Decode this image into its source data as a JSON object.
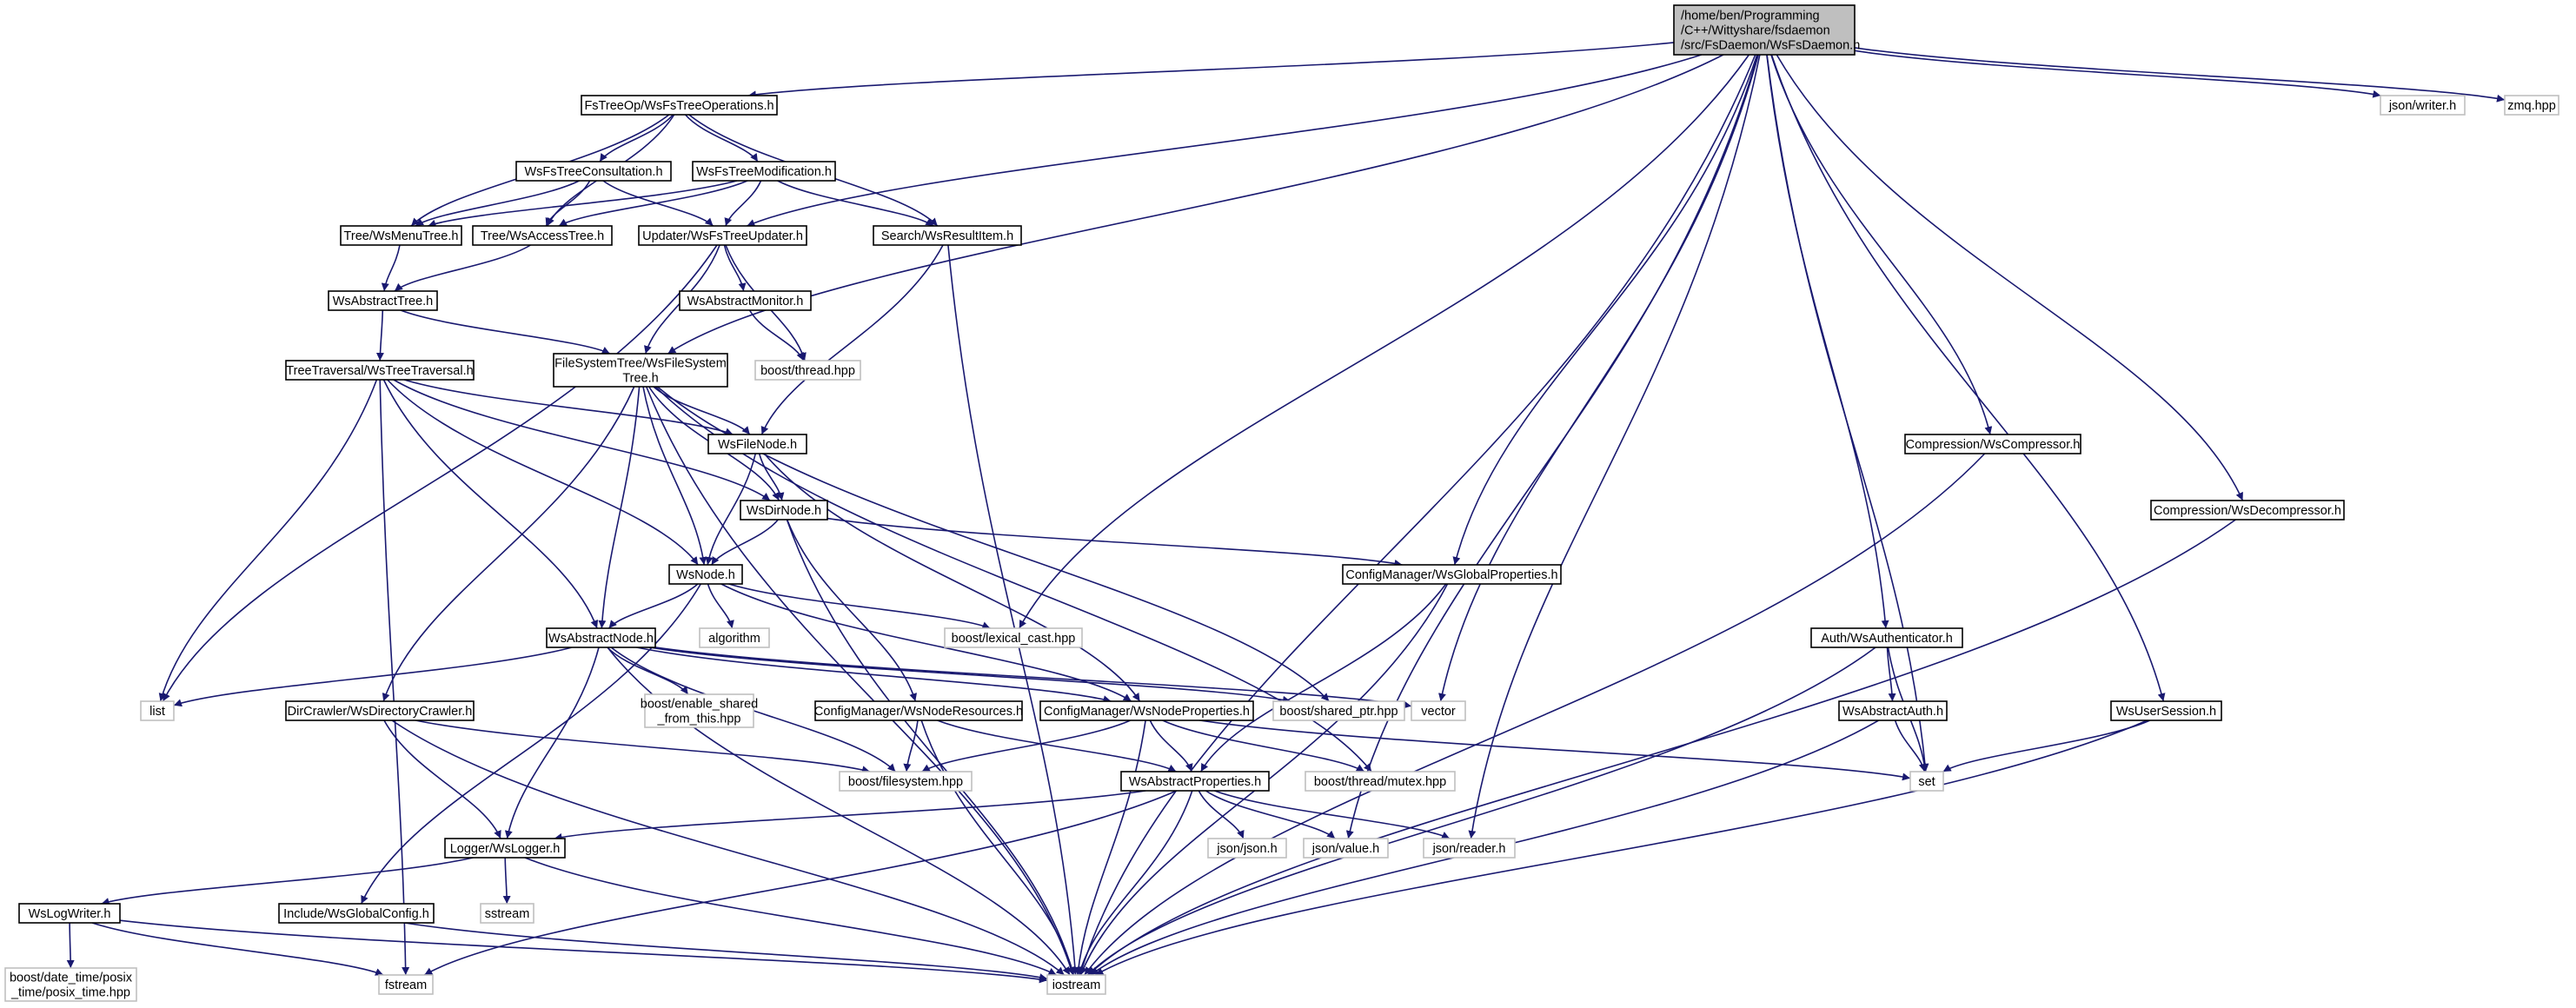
{
  "graph": {
    "edge_color": "#191970",
    "root_fill": "#bfbfbf",
    "node_fill": "#ffffff",
    "node_border": "#000000",
    "external_border": "#bfbfbf",
    "nodes": [
      {
        "id": "root",
        "lines": [
          "/home/ben/Programming",
          "/C++/Wittyshare/fsdaemon",
          "/src/FsDaemon/WsFsDaemon.h"
        ],
        "kind": "root"
      },
      {
        "id": "fstreeops",
        "lines": [
          "FsTreeOp/WsFsTreeOperations.h"
        ],
        "kind": "file"
      },
      {
        "id": "consult",
        "lines": [
          "WsFsTreeConsultation.h"
        ],
        "kind": "file"
      },
      {
        "id": "modif",
        "lines": [
          "WsFsTreeModification.h"
        ],
        "kind": "file"
      },
      {
        "id": "menutree",
        "lines": [
          "Tree/WsMenuTree.h"
        ],
        "kind": "file"
      },
      {
        "id": "accesstree",
        "lines": [
          "Tree/WsAccessTree.h"
        ],
        "kind": "file"
      },
      {
        "id": "updater",
        "lines": [
          "Updater/WsFsTreeUpdater.h"
        ],
        "kind": "file"
      },
      {
        "id": "resultitem",
        "lines": [
          "Search/WsResultItem.h"
        ],
        "kind": "file"
      },
      {
        "id": "abstracttree",
        "lines": [
          "WsAbstractTree.h"
        ],
        "kind": "file"
      },
      {
        "id": "absmonitor",
        "lines": [
          "WsAbstractMonitor.h"
        ],
        "kind": "file"
      },
      {
        "id": "boostthread",
        "lines": [
          "boost/thread.hpp"
        ],
        "kind": "external"
      },
      {
        "id": "treetraversal",
        "lines": [
          "TreeTraversal/WsTreeTraversal.h"
        ],
        "kind": "file"
      },
      {
        "id": "filesystemtree",
        "lines": [
          "FileSystemTree/WsFileSystem",
          "Tree.h"
        ],
        "kind": "file"
      },
      {
        "id": "filenode",
        "lines": [
          "WsFileNode.h"
        ],
        "kind": "file"
      },
      {
        "id": "dirnode",
        "lines": [
          "WsDirNode.h"
        ],
        "kind": "file"
      },
      {
        "id": "wsnode",
        "lines": [
          "WsNode.h"
        ],
        "kind": "file"
      },
      {
        "id": "algorithm",
        "lines": [
          "algorithm"
        ],
        "kind": "external"
      },
      {
        "id": "abstractnode",
        "lines": [
          "WsAbstractNode.h"
        ],
        "kind": "file"
      },
      {
        "id": "lexicalcast",
        "lines": [
          "boost/lexical_cast.hpp"
        ],
        "kind": "external"
      },
      {
        "id": "list",
        "lines": [
          "list"
        ],
        "kind": "external"
      },
      {
        "id": "dircrawler",
        "lines": [
          "DirCrawler/WsDirectoryCrawler.h"
        ],
        "kind": "file"
      },
      {
        "id": "enableshared",
        "lines": [
          "boost/enable_shared",
          "_from_this.hpp"
        ],
        "kind": "external"
      },
      {
        "id": "noderesources",
        "lines": [
          "ConfigManager/WsNodeResources.h"
        ],
        "kind": "file"
      },
      {
        "id": "nodeproperties",
        "lines": [
          "ConfigManager/WsNodeProperties.h"
        ],
        "kind": "file"
      },
      {
        "id": "sharedptr",
        "lines": [
          "boost/shared_ptr.hpp"
        ],
        "kind": "external"
      },
      {
        "id": "vector",
        "lines": [
          "vector"
        ],
        "kind": "external"
      },
      {
        "id": "globalprops",
        "lines": [
          "ConfigManager/WsGlobalProperties.h"
        ],
        "kind": "file"
      },
      {
        "id": "filesystem",
        "lines": [
          "boost/filesystem.hpp"
        ],
        "kind": "external"
      },
      {
        "id": "absprops",
        "lines": [
          "WsAbstractProperties.h"
        ],
        "kind": "file"
      },
      {
        "id": "mutex",
        "lines": [
          "boost/thread/mutex.hpp"
        ],
        "kind": "external"
      },
      {
        "id": "set",
        "lines": [
          "set"
        ],
        "kind": "external"
      },
      {
        "id": "logger",
        "lines": [
          "Logger/WsLogger.h"
        ],
        "kind": "file"
      },
      {
        "id": "sstream",
        "lines": [
          "sstream"
        ],
        "kind": "external"
      },
      {
        "id": "logwriter",
        "lines": [
          "WsLogWriter.h"
        ],
        "kind": "file"
      },
      {
        "id": "globalconfig",
        "lines": [
          "Include/WsGlobalConfig.h"
        ],
        "kind": "file"
      },
      {
        "id": "datetime",
        "lines": [
          "boost/date_time/posix",
          "_time/posix_time.hpp"
        ],
        "kind": "external"
      },
      {
        "id": "fstream",
        "lines": [
          "fstream"
        ],
        "kind": "external"
      },
      {
        "id": "iostream",
        "lines": [
          "iostream"
        ],
        "kind": "external"
      },
      {
        "id": "jsonjson",
        "lines": [
          "json/json.h"
        ],
        "kind": "external"
      },
      {
        "id": "jsonvalue",
        "lines": [
          "json/value.h"
        ],
        "kind": "external"
      },
      {
        "id": "jsonreader",
        "lines": [
          "json/reader.h"
        ],
        "kind": "external"
      },
      {
        "id": "jsonwriter",
        "lines": [
          "json/writer.h"
        ],
        "kind": "external"
      },
      {
        "id": "zmq",
        "lines": [
          "zmq.hpp"
        ],
        "kind": "external"
      },
      {
        "id": "compressor",
        "lines": [
          "Compression/WsCompressor.h"
        ],
        "kind": "file"
      },
      {
        "id": "decompressor",
        "lines": [
          "Compression/WsDecompressor.h"
        ],
        "kind": "file"
      },
      {
        "id": "authenticator",
        "lines": [
          "Auth/WsAuthenticator.h"
        ],
        "kind": "file"
      },
      {
        "id": "abstractauth",
        "lines": [
          "WsAbstractAuth.h"
        ],
        "kind": "file"
      },
      {
        "id": "usersession",
        "lines": [
          "WsUserSession.h"
        ],
        "kind": "file"
      }
    ],
    "edges": [
      [
        "root",
        "fstreeops"
      ],
      [
        "root",
        "updater"
      ],
      [
        "root",
        "filesystemtree"
      ],
      [
        "root",
        "lexicalcast"
      ],
      [
        "root",
        "vector"
      ],
      [
        "root",
        "globalprops"
      ],
      [
        "root",
        "jsonvalue"
      ],
      [
        "root",
        "jsonreader"
      ],
      [
        "root",
        "authenticator"
      ],
      [
        "root",
        "set"
      ],
      [
        "root",
        "compressor"
      ],
      [
        "root",
        "usersession"
      ],
      [
        "root",
        "decompressor"
      ],
      [
        "root",
        "iostream"
      ],
      [
        "root",
        "jsonwriter"
      ],
      [
        "root",
        "zmq"
      ],
      [
        "fstreeops",
        "consult"
      ],
      [
        "fstreeops",
        "modif"
      ],
      [
        "fstreeops",
        "menutree"
      ],
      [
        "fstreeops",
        "accesstree"
      ],
      [
        "fstreeops",
        "resultitem"
      ],
      [
        "consult",
        "menutree"
      ],
      [
        "consult",
        "accesstree"
      ],
      [
        "consult",
        "updater"
      ],
      [
        "modif",
        "menutree"
      ],
      [
        "modif",
        "accesstree"
      ],
      [
        "modif",
        "updater"
      ],
      [
        "modif",
        "resultitem"
      ],
      [
        "menutree",
        "abstracttree"
      ],
      [
        "accesstree",
        "abstracttree"
      ],
      [
        "updater",
        "absmonitor"
      ],
      [
        "updater",
        "boostthread"
      ],
      [
        "updater",
        "filesystemtree"
      ],
      [
        "updater",
        "list"
      ],
      [
        "absmonitor",
        "boostthread"
      ],
      [
        "resultitem",
        "filenode"
      ],
      [
        "resultitem",
        "iostream"
      ],
      [
        "abstracttree",
        "treetraversal"
      ],
      [
        "abstracttree",
        "filesystemtree"
      ],
      [
        "treetraversal",
        "filenode"
      ],
      [
        "treetraversal",
        "dirnode"
      ],
      [
        "treetraversal",
        "wsnode"
      ],
      [
        "treetraversal",
        "abstractnode"
      ],
      [
        "treetraversal",
        "list"
      ],
      [
        "treetraversal",
        "fstream"
      ],
      [
        "filesystemtree",
        "filenode"
      ],
      [
        "filesystemtree",
        "dirnode"
      ],
      [
        "filesystemtree",
        "wsnode"
      ],
      [
        "filesystemtree",
        "abstractnode"
      ],
      [
        "filesystemtree",
        "dircrawler"
      ],
      [
        "filesystemtree",
        "sharedptr"
      ],
      [
        "filesystemtree",
        "mutex"
      ],
      [
        "filesystemtree",
        "iostream"
      ],
      [
        "filenode",
        "dirnode"
      ],
      [
        "filenode",
        "wsnode"
      ],
      [
        "filenode",
        "nodeproperties"
      ],
      [
        "dirnode",
        "wsnode"
      ],
      [
        "dirnode",
        "noderesources"
      ],
      [
        "dirnode",
        "globalprops"
      ],
      [
        "dirnode",
        "iostream"
      ],
      [
        "wsnode",
        "abstractnode"
      ],
      [
        "wsnode",
        "algorithm"
      ],
      [
        "wsnode",
        "lexicalcast"
      ],
      [
        "wsnode",
        "nodeproperties"
      ],
      [
        "wsnode",
        "globalconfig"
      ],
      [
        "abstractnode",
        "list"
      ],
      [
        "abstractnode",
        "enableshared"
      ],
      [
        "abstractnode",
        "sharedptr"
      ],
      [
        "abstractnode",
        "vector"
      ],
      [
        "abstractnode",
        "filesystem"
      ],
      [
        "abstractnode",
        "nodeproperties"
      ],
      [
        "abstractnode",
        "logger"
      ],
      [
        "abstractnode",
        "iostream"
      ],
      [
        "dircrawler",
        "filesystem"
      ],
      [
        "dircrawler",
        "logger"
      ],
      [
        "dircrawler",
        "iostream"
      ],
      [
        "noderesources",
        "filesystem"
      ],
      [
        "noderesources",
        "absprops"
      ],
      [
        "noderesources",
        "iostream"
      ],
      [
        "nodeproperties",
        "filesystem"
      ],
      [
        "nodeproperties",
        "absprops"
      ],
      [
        "nodeproperties",
        "mutex"
      ],
      [
        "nodeproperties",
        "set"
      ],
      [
        "nodeproperties",
        "iostream"
      ],
      [
        "globalprops",
        "absprops"
      ],
      [
        "globalprops",
        "iostream"
      ],
      [
        "absprops",
        "logger"
      ],
      [
        "absprops",
        "jsonjson"
      ],
      [
        "absprops",
        "jsonvalue"
      ],
      [
        "absprops",
        "jsonreader"
      ],
      [
        "absprops",
        "fstream"
      ],
      [
        "absprops",
        "iostream"
      ],
      [
        "logger",
        "logwriter"
      ],
      [
        "logger",
        "sstream"
      ],
      [
        "logger",
        "iostream"
      ],
      [
        "logwriter",
        "datetime"
      ],
      [
        "logwriter",
        "fstream"
      ],
      [
        "logwriter",
        "iostream"
      ],
      [
        "globalconfig",
        "iostream"
      ],
      [
        "compressor",
        "iostream"
      ],
      [
        "decompressor",
        "iostream"
      ],
      [
        "authenticator",
        "abstractauth"
      ],
      [
        "authenticator",
        "set"
      ],
      [
        "authenticator",
        "iostream"
      ],
      [
        "abstractauth",
        "set"
      ],
      [
        "abstractauth",
        "iostream"
      ],
      [
        "usersession",
        "set"
      ],
      [
        "usersession",
        "iostream"
      ]
    ]
  }
}
